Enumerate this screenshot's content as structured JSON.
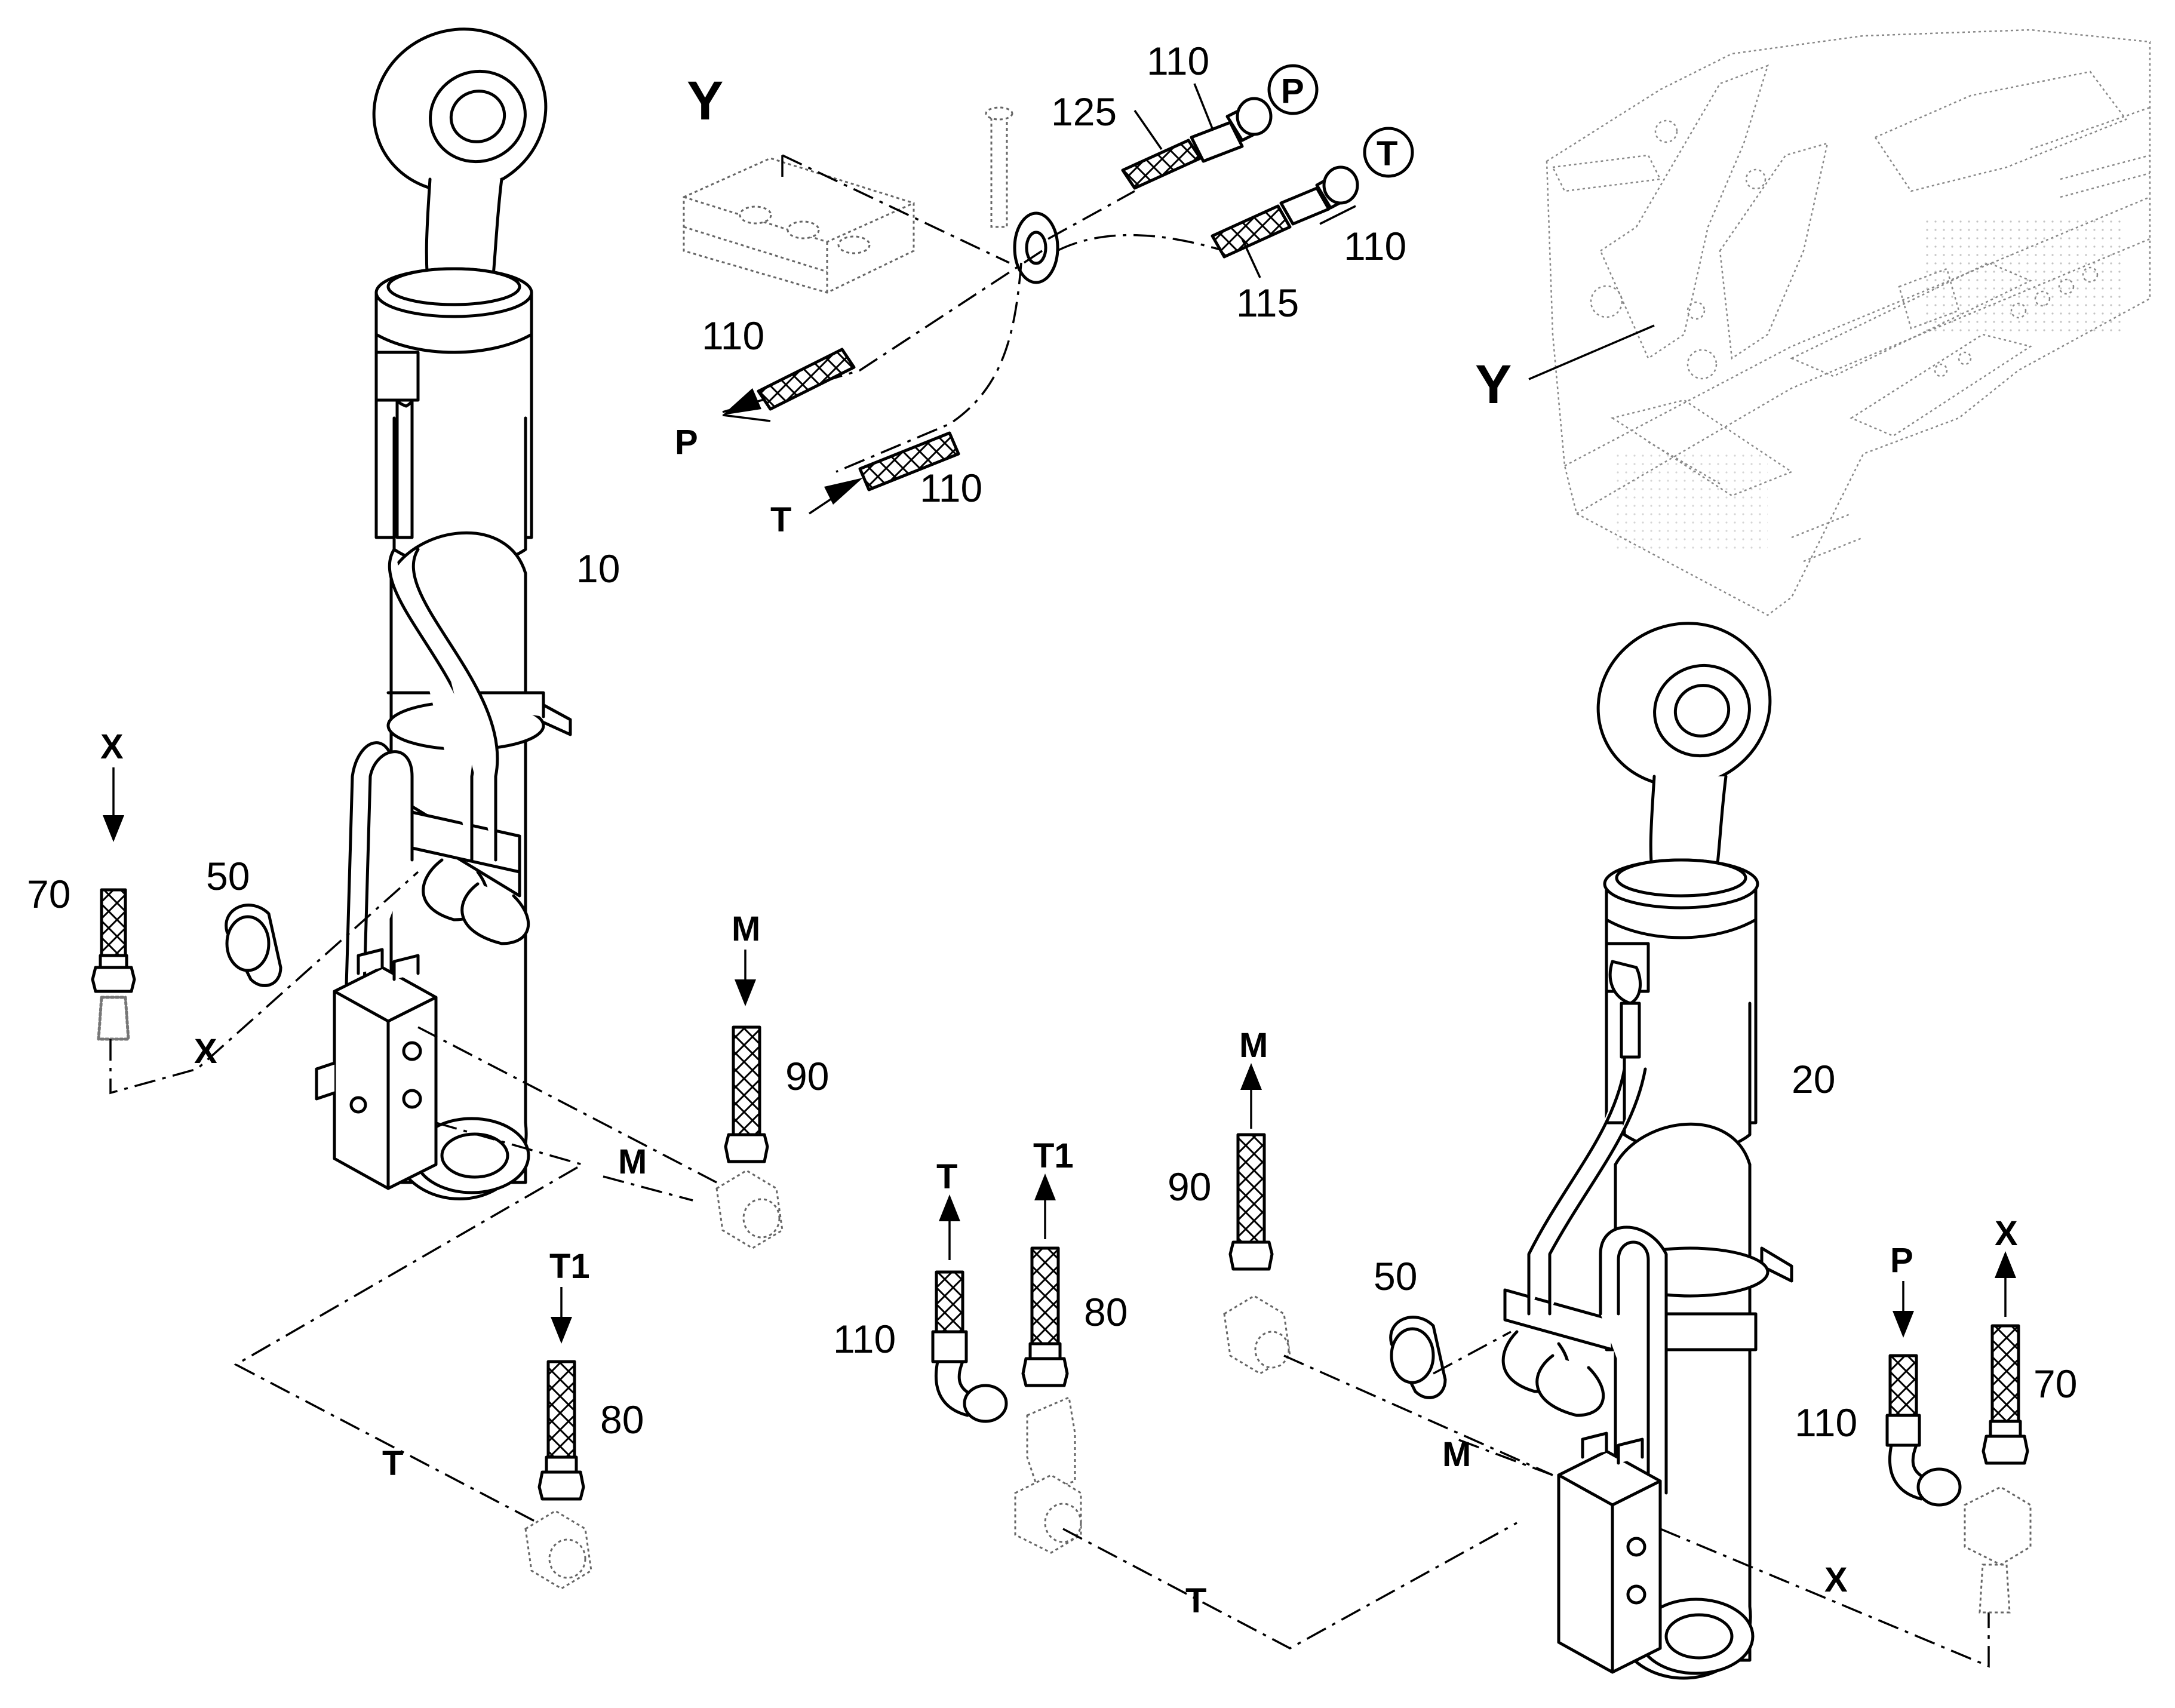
{
  "diagram": {
    "view_label": "Y",
    "circled": {
      "p": "P",
      "t": "T"
    },
    "cylinders": {
      "left": "10",
      "right": "20"
    },
    "parts": {
      "p110": "110",
      "p125": "125",
      "p115": "115",
      "p70": "70",
      "p50": "50",
      "p90": "90",
      "p80": "80"
    },
    "ports": {
      "x": "X",
      "m": "M",
      "t": "T",
      "t1": "T1",
      "p": "P"
    }
  }
}
